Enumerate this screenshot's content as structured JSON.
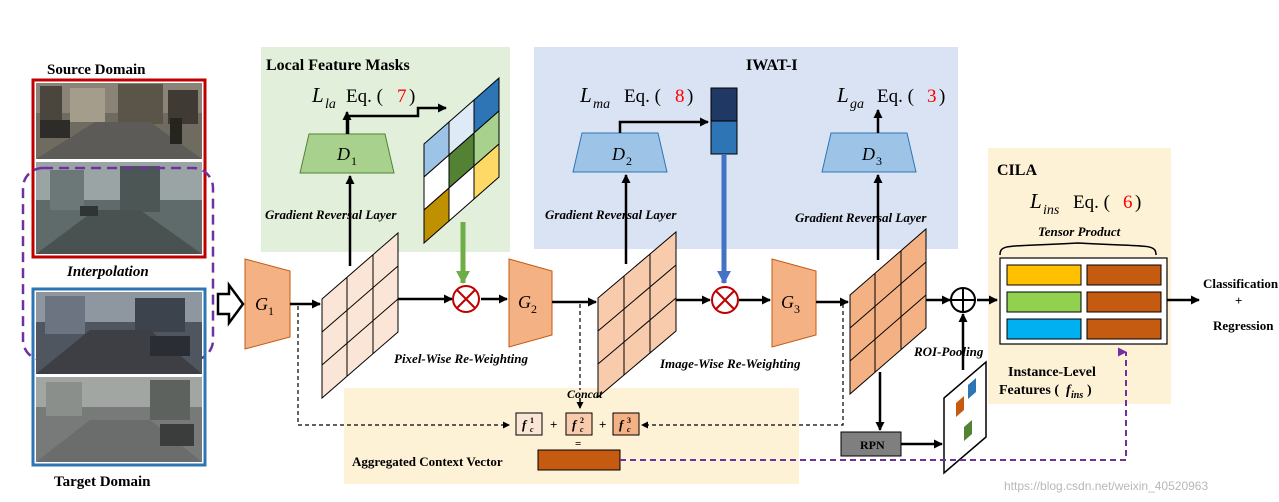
{
  "labels": {
    "source_domain": "Source Domain",
    "interpolation": "Interpolation",
    "target_domain": "Target Domain",
    "local_feature_masks": "Local Feature Masks",
    "iwat": "IWAT-I",
    "cila": "CILA",
    "grl": "Gradient Reversal Layer",
    "pixel_wise": "Pixel-Wise Re-Weighting",
    "image_wise": "Image-Wise Re-Weighting",
    "roi_pooling": "ROI-Pooling",
    "rpn": "RPN",
    "concat": "Concat",
    "aggregated_context": "Aggregated Context Vector",
    "tensor_product": "Tensor Product",
    "instance_level_1": "Instance-Level",
    "instance_level_2": "Features (",
    "instance_level_sym": "f",
    "instance_level_sub": "ins",
    "instance_level_close": ")",
    "classification": "Classification",
    "plus": "+",
    "regression": "Regression",
    "equals": "=",
    "watermark": "https://blog.csdn.net/weixin_40520963"
  },
  "generators": [
    {
      "sym": "G",
      "sub": "1"
    },
    {
      "sym": "G",
      "sub": "2"
    },
    {
      "sym": "G",
      "sub": "3"
    }
  ],
  "discriminators": [
    {
      "sym": "D",
      "sub": "1"
    },
    {
      "sym": "D",
      "sub": "2"
    },
    {
      "sym": "D",
      "sub": "3"
    }
  ],
  "losses": [
    {
      "sym": "L",
      "sub": "la",
      "eq": "Eq. (",
      "num": "7",
      "close": ")"
    },
    {
      "sym": "L",
      "sub": "ma",
      "eq": "Eq. (",
      "num": "8",
      "close": ")"
    },
    {
      "sym": "L",
      "sub": "ga",
      "eq": "Eq. (",
      "num": "3",
      "close": ")"
    },
    {
      "sym": "L",
      "sub": "ins",
      "eq": "Eq. (",
      "num": "6",
      "close": ")"
    }
  ],
  "context_vectors": [
    {
      "sym": "f",
      "sup": "1",
      "sub": "c"
    },
    {
      "sym": "f",
      "sup": "2",
      "sub": "c"
    },
    {
      "sym": "f",
      "sup": "3",
      "sub": "c"
    }
  ],
  "colors": {
    "green_bg": "#e2efda",
    "blue_bg": "#dae3f3",
    "yellow_bg": "#fdf1d6",
    "gen_orange": "#f4b183",
    "feature_peach": "#fbe5d6",
    "disc_green": "#a9d18e",
    "disc_blue": "#9dc3e6",
    "eq_red": "#ff0000",
    "arrow_green": "#70ad47",
    "arrow_blue": "#4472c4",
    "context_brown": "#c55a11",
    "dashed_purple": "#7030a0",
    "source_border": "#c00000",
    "target_border": "#2e75b6"
  }
}
